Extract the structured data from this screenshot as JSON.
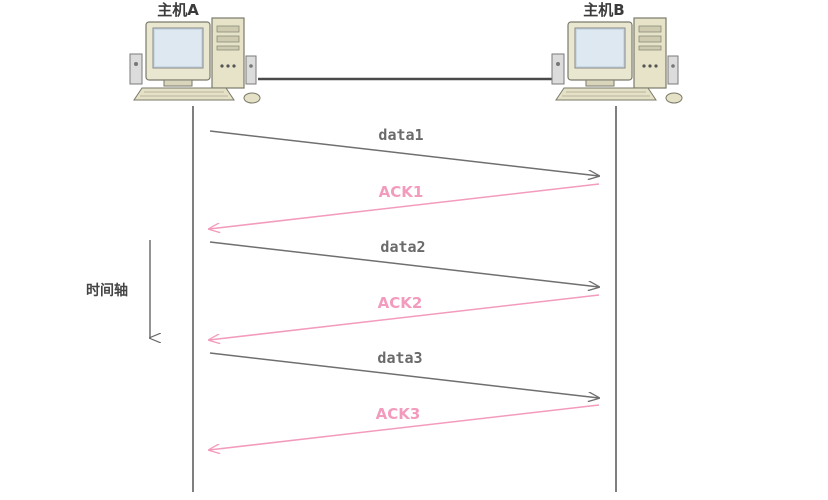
{
  "hosts": {
    "a": {
      "label": "主机A"
    },
    "b": {
      "label": "主机B"
    }
  },
  "time_axis": {
    "label": "时间轴"
  },
  "messages": [
    {
      "label": "data1",
      "kind": "data"
    },
    {
      "label": "ACK1",
      "kind": "ack"
    },
    {
      "label": "data2",
      "kind": "data"
    },
    {
      "label": "ACK2",
      "kind": "ack"
    },
    {
      "label": "data3",
      "kind": "data"
    },
    {
      "label": "ACK3",
      "kind": "ack"
    }
  ],
  "colors": {
    "data": "#6f6f6f",
    "ack": "#f39bbd",
    "lifeline": "#555555",
    "link": "#4a4a4a"
  }
}
